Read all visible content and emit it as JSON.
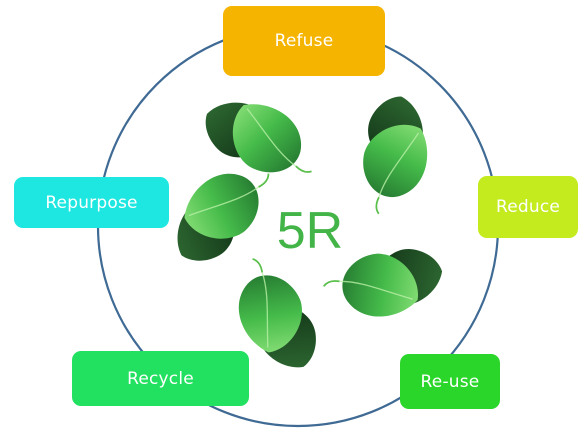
{
  "center": {
    "label": "5R"
  },
  "stages": {
    "refuse": {
      "label": "Refuse",
      "color": "#f5b400"
    },
    "reduce": {
      "label": "Reduce",
      "color": "#c3eb1e"
    },
    "reuse": {
      "label": "Re-use",
      "color": "#2ad62a"
    },
    "recycle": {
      "label": "Recycle",
      "color": "#22e060"
    },
    "repurpose": {
      "label": "Repurpose",
      "color": "#1ee6e0"
    }
  },
  "colors": {
    "ring": "#3f6a94",
    "leaf_light": "#4cc64e",
    "leaf_dark": "#1e4a24",
    "center_text": "#43b548"
  }
}
